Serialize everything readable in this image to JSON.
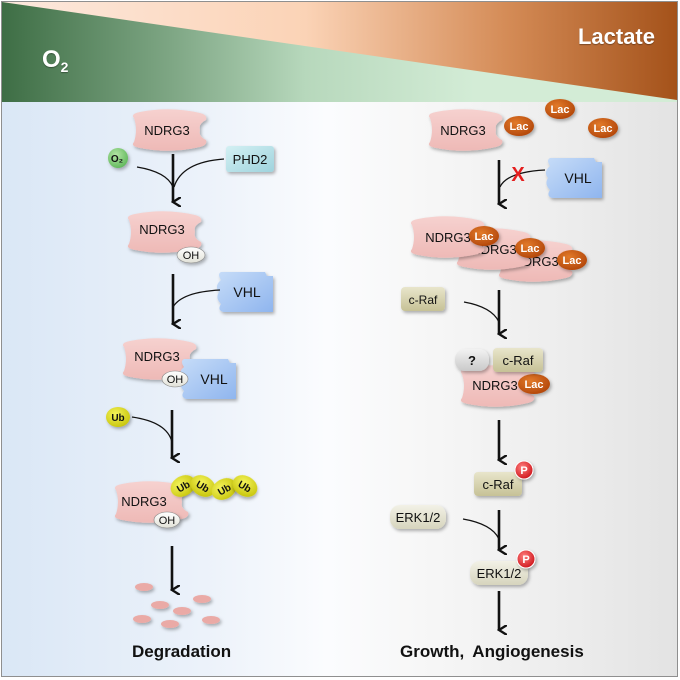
{
  "header": {
    "left_label": "O",
    "left_label_subscript": "2",
    "right_label": "Lactate",
    "colors": {
      "o2_green": "#3e6e45",
      "lactate_brown": "#a4521a",
      "light_green": "#cfe9d2",
      "light_peach": "#fbd6bd"
    }
  },
  "left_pathway": {
    "ndrg3": "NDRG3",
    "o2_molecule": "O₂",
    "phd2": "PHD2",
    "oh": "OH",
    "vhl": "VHL",
    "ub": "Ub",
    "ub_chain": [
      "Ub",
      "Ub",
      "Ub",
      "Ub"
    ],
    "outcome": "Degradation"
  },
  "right_pathway": {
    "ndrg3": "NDRG3",
    "lac": "Lac",
    "vhl": "VHL",
    "block_mark": "X",
    "craf": "c-Raf",
    "unknown": "?",
    "phospho": "P",
    "erk": "ERK1/2",
    "outcome": "Growth, Angiogenesis"
  },
  "colors": {
    "ndrg3_fill": "#f2c4c2",
    "vhl_fill": "#a9c8f4",
    "phd2_fill": "#b8e3ea",
    "lac_fill": "#cc5a10",
    "ub_fill": "#e3e21a",
    "craf_fill": "#d8d4b2",
    "erk_fill": "#e4e3d3",
    "phospho_fill": "#e8262c",
    "block_color": "#e41e1e"
  }
}
